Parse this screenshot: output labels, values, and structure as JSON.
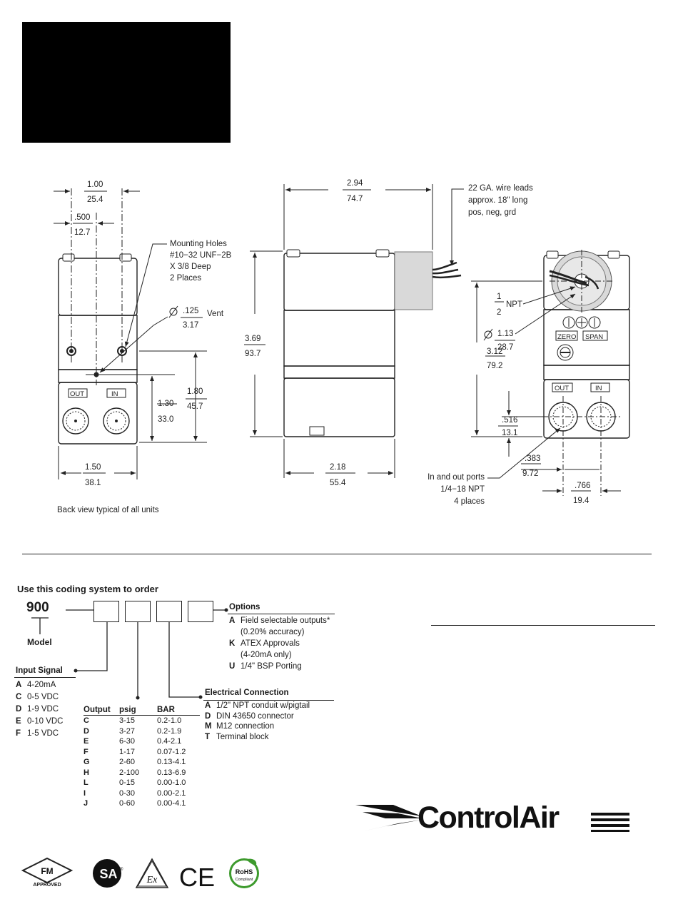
{
  "drawings": {
    "back_view": {
      "dim_width_top_in": "1.00",
      "dim_width_top_mm": "25.4",
      "dim_half_in": ".500",
      "dim_half_mm": "12.7",
      "mounting_holes": [
        "Mounting Holes",
        "#10−32 UNF−2B",
        "X 3/8 Deep",
        "2 Places"
      ],
      "vent_in": ".125",
      "vent_mm": "3.17",
      "vent_label": "Vent",
      "dim_180_in": "1.80",
      "dim_180_mm": "45.7",
      "dim_130_in": "1.30",
      "dim_130_mm": "33.0",
      "dim_150_in": "1.50",
      "dim_150_mm": "38.1",
      "port_out": "OUT",
      "port_in": "IN",
      "caption": "Back view typical of all units"
    },
    "side_view": {
      "dim_294_in": "2.94",
      "dim_294_mm": "74.7",
      "wire_note": [
        "22 GA. wire leads",
        "approx. 18\" long",
        "pos, neg, grd"
      ],
      "dim_369_in": "3.69",
      "dim_369_mm": "93.7",
      "dim_218_in": "2.18",
      "dim_218_mm": "55.4"
    },
    "front_view": {
      "npt_num": "1",
      "npt_den": "2",
      "npt_label": "NPT",
      "dia_in": "1.13",
      "dia_mm": "28.7",
      "zero_label": "ZERO",
      "span_label": "SPAN",
      "dim_312_in": "3.12",
      "dim_312_mm": "79.2",
      "dim_516_in": ".516",
      "dim_516_mm": "13.1",
      "dim_383_in": ".383",
      "dim_383_mm": "9.72",
      "dim_766_in": ".766",
      "dim_766_mm": "19.4",
      "port_note": [
        "In and out ports",
        "1/4−18 NPT",
        "4 places"
      ],
      "port_out": "OUT",
      "port_in": "IN"
    }
  },
  "ordering": {
    "title": "Use this coding system to order",
    "model_number": "900",
    "model_label": "Model",
    "options": {
      "title": "Options",
      "items": [
        {
          "code": "A",
          "text": "Field selectable outputs*",
          "sub": "(0.20% accuracy)"
        },
        {
          "code": "K",
          "text": "ATEX Approvals",
          "sub": "(4-20mA only)"
        },
        {
          "code": "U",
          "text": "1/4\" BSP Porting",
          "sub": ""
        }
      ]
    },
    "input_signal": {
      "title": "Input Signal",
      "items": [
        {
          "code": "A",
          "text": "4-20mA"
        },
        {
          "code": "C",
          "text": "0-5 VDC"
        },
        {
          "code": "D",
          "text": "1-9 VDC"
        },
        {
          "code": "E",
          "text": "0-10 VDC"
        },
        {
          "code": "F",
          "text": "1-5 VDC"
        }
      ]
    },
    "output": {
      "headers": [
        "Output",
        "psig",
        "BAR"
      ],
      "rows": [
        [
          "C",
          "3-15",
          "0.2-1.0"
        ],
        [
          "D",
          "3-27",
          "0.2-1.9"
        ],
        [
          "E",
          "6-30",
          "0.4-2.1"
        ],
        [
          "F",
          "1-17",
          "0.07-1.2"
        ],
        [
          "G",
          "2-60",
          "0.13-4.1"
        ],
        [
          "H",
          "2-100",
          "0.13-6.9"
        ],
        [
          "L",
          "0-15",
          "0.00-1.0"
        ],
        [
          "I",
          "0-30",
          "0.00-2.1"
        ],
        [
          "J",
          "0-60",
          "0.00-4.1"
        ]
      ]
    },
    "electrical": {
      "title": "Electrical Connection",
      "items": [
        {
          "code": "A",
          "text": "1/2\" NPT conduit w/pigtail"
        },
        {
          "code": "D",
          "text": "DIN 43650 connector"
        },
        {
          "code": "M",
          "text": "M12 connection"
        },
        {
          "code": "T",
          "text": "Terminal block"
        }
      ]
    }
  },
  "brand": {
    "logo_text": "ControlAir"
  },
  "certifications": {
    "fm_top": "FM",
    "fm_bottom": "APPROVED",
    "csa": "SA",
    "ex": "Ex",
    "ce": "CE",
    "rohs_top": "RoHS",
    "rohs_bottom": "Compliant"
  }
}
